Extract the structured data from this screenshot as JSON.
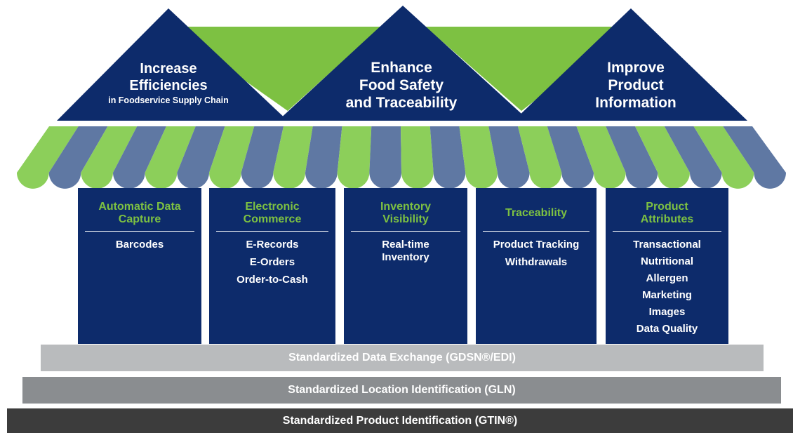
{
  "colors": {
    "navy": "#0d2b6b",
    "green": "#7dc142",
    "stripe_blue": "#5f78a3",
    "stripe_green": "#8ccf5a"
  },
  "goals": [
    {
      "line1": "Increase",
      "line2": "Efficiencies",
      "line3": "in Foodservice Supply Chain"
    },
    {
      "line1": "Enhance",
      "line2": "Food Safety",
      "line3": "and Traceability"
    },
    {
      "line1": "Improve",
      "line2": "Product",
      "line3": "Information"
    }
  ],
  "pillars": [
    {
      "title1": "Automatic Data",
      "title2": "Capture",
      "items": [
        "Barcodes"
      ]
    },
    {
      "title1": "Electronic",
      "title2": "Commerce",
      "items": [
        "E-Records",
        "E-Orders",
        "Order-to-Cash"
      ]
    },
    {
      "title1": "Inventory",
      "title2": "Visibility",
      "items": [
        "Real-time",
        "Inventory"
      ]
    },
    {
      "title1": "Traceability",
      "title2": "",
      "items": [
        "Product Tracking",
        "Withdrawals"
      ]
    },
    {
      "title1": "Product",
      "title2": "Attributes",
      "items": [
        "Transactional",
        "Nutritional",
        "Allergen",
        "Marketing",
        "Images",
        "Data Quality"
      ]
    }
  ],
  "foundation": {
    "data_exchange": "Standardized Data Exchange (GDSN®/EDI)",
    "location": "Standardized Location Identification (GLN)",
    "product": "Standardized Product Identification (GTIN®)"
  }
}
